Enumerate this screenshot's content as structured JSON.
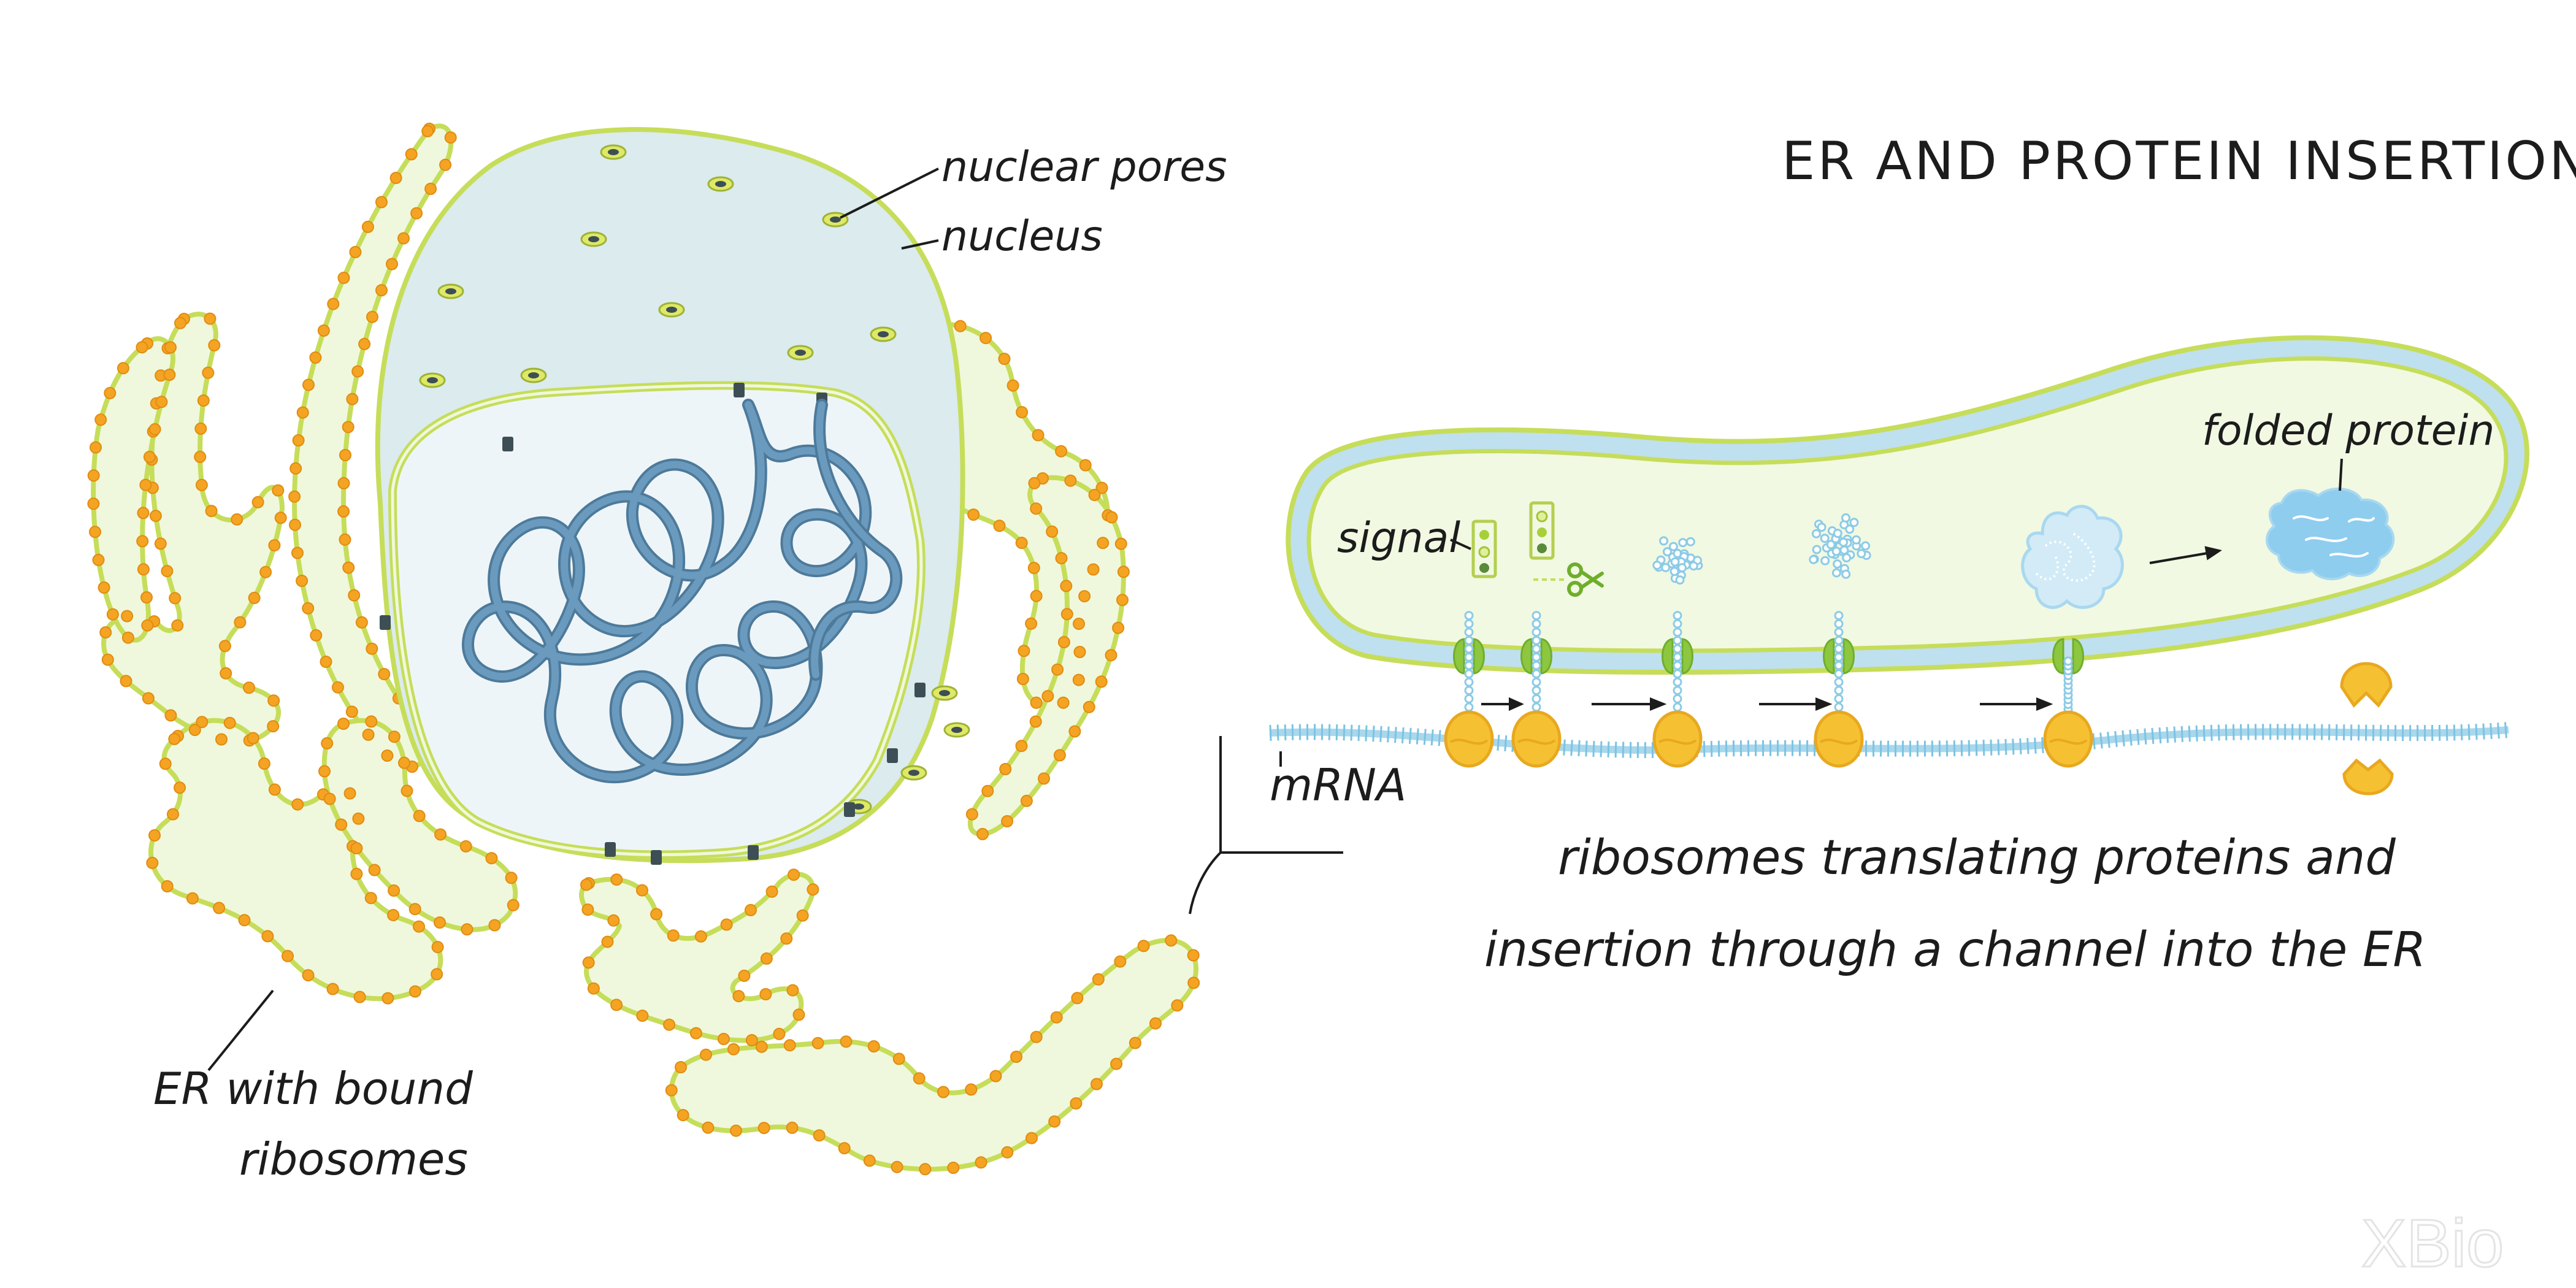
{
  "title": "ER AND PROTEIN INSERTION",
  "labels": {
    "nuclear_pores": "nuclear pores",
    "nucleus": "nucleus",
    "er_line1": "ER with bound",
    "er_line2": "ribosomes",
    "signal": "signal",
    "mrna": "mRNA",
    "folded_protein": "folded protein"
  },
  "caption": {
    "line1": "ribosomes translating proteins and",
    "line2": "insertion through a channel into the ER"
  },
  "watermark": "XBio",
  "colors": {
    "er_fill": "#eff8dc",
    "er_outline": "#c6dd5a",
    "ribosome": "#f5c132",
    "ribosome_dot": "#f4a422",
    "nucleus_fill": "#dbebee",
    "nucleoplasm": "#eef5f8",
    "chromatin": "#6a9bbf",
    "channel": "#8dc63f",
    "mrna": "#a9d7ec",
    "protein": "#a9d8f0"
  }
}
